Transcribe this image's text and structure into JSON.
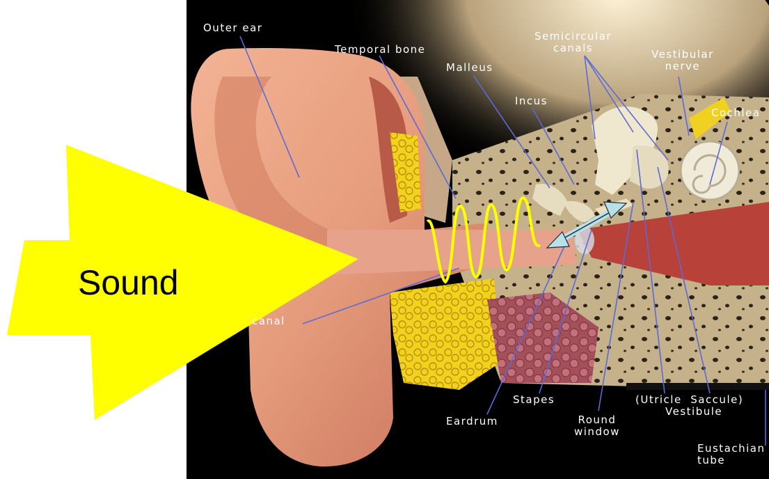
{
  "diagram": {
    "arrow_label": "Sound",
    "labels": {
      "outer_ear": "Outer ear",
      "temporal_bone": "Temporal bone",
      "malleus": "Malleus",
      "incus": "Incus",
      "semicircular_canals": "Semicircular\ncanals",
      "vestibular_nerve": "Vestibular\nnerve",
      "cochlea": "Cochlea",
      "ear_canal": "canal",
      "eardrum": "Eardrum",
      "stapes": "Stapes",
      "round_window": "Round\nwindow",
      "utricle_saccule": "(Utricle  Saccule)",
      "vestibule": "Vestibule",
      "eustachian_tube": "Eustachian\ntube"
    }
  },
  "colors": {
    "background": "#000000",
    "arrow": "#ffff00",
    "bone": "#c8b48a",
    "skin": "#e8a080",
    "wax": "#f0d020",
    "leader_line": "#5a6ad8",
    "double_arrow": "#b8e0e8"
  }
}
